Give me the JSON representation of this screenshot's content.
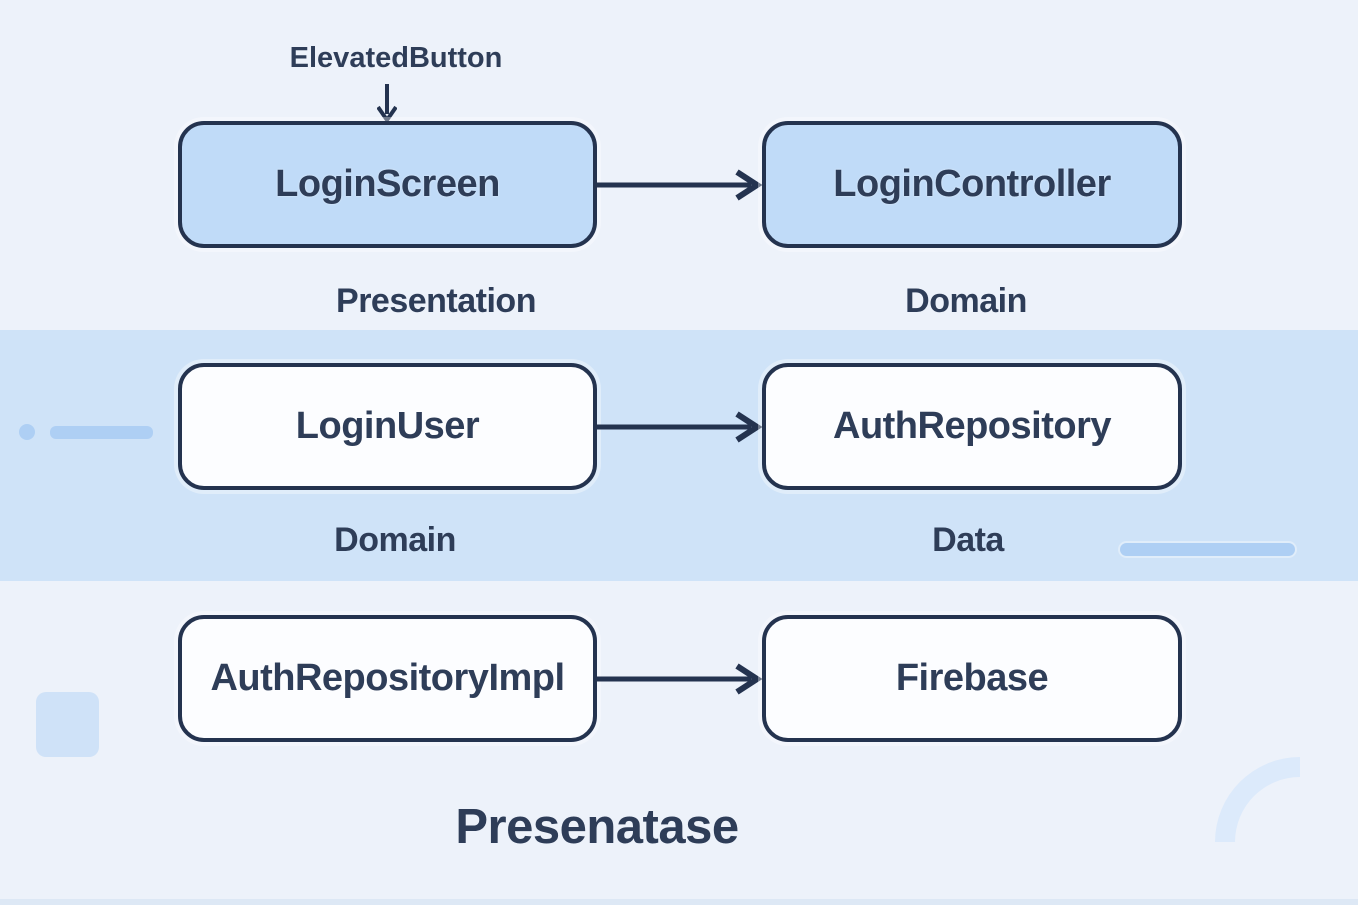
{
  "colors": {
    "bg": "#edf2fa",
    "band": "#cfe3f8",
    "node_fill": "#c0dbf8",
    "node_fill_white": "#fcfdff",
    "ink": "#24334f",
    "text": "#2e3d58",
    "decor_mid": "#aecff4",
    "decor_pale": "#cfe2f8",
    "decor_faint": "#dceafb",
    "bottom_strip": "#dde8f5"
  },
  "annotation": {
    "label": "ElevatedButton"
  },
  "rows": [
    {
      "left_box": "LoginScreen",
      "right_box": "LoginController",
      "left_label": "Presentation",
      "right_label": "Domain"
    },
    {
      "left_box": "LoginUser",
      "right_box": "AuthRepository",
      "left_label": "Domain",
      "right_label": "Data"
    },
    {
      "left_box": "AuthRepositoryImpl",
      "right_box": "Firebase"
    }
  ],
  "caption": "Presenatase"
}
